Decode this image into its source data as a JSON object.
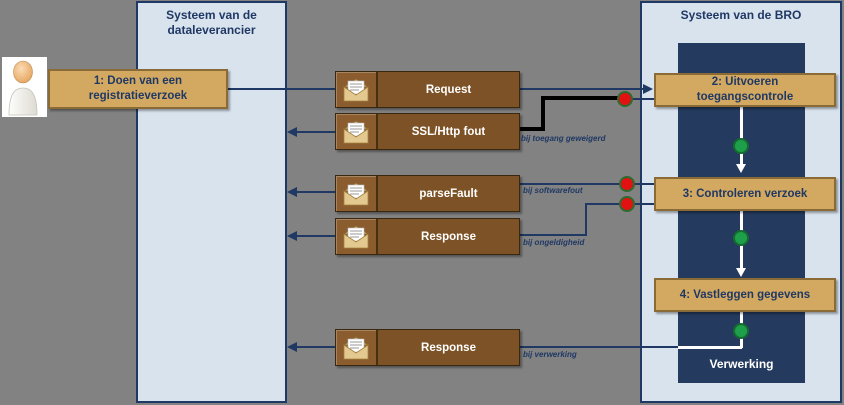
{
  "lanes": {
    "dataleverancier": {
      "title": "Systeem van de dataleverancier"
    },
    "bro": {
      "title": "Systeem van de BRO",
      "process_label": "Verwerking"
    }
  },
  "steps": [
    {
      "label": "1: Doen van een registratieverzoek"
    },
    {
      "label": "2: Uitvoeren toegangscontrole"
    },
    {
      "label": "3: Controleren verzoek"
    },
    {
      "label": "4: Vastleggen gegevens"
    }
  ],
  "messages": [
    {
      "label": "Request",
      "note": ""
    },
    {
      "label": "SSL/Http fout",
      "note": "bij toegang geweigerd"
    },
    {
      "label": "parseFault",
      "note": "bij softwarefout"
    },
    {
      "label": "Response",
      "note": "bij ongeldigheid"
    },
    {
      "label": "Response",
      "note": "bij verwerking"
    }
  ],
  "colors": {
    "background": "#828282",
    "panel_fill": "#d9e3ee",
    "panel_border": "#1f3864",
    "inner_panel_fill": "#243a5e",
    "step_box_fill": "#d3a961",
    "message_box_fill": "#7d5226",
    "error_dot": "#e31212",
    "success_dot": "#1ea04a",
    "error_path": "#000000"
  }
}
